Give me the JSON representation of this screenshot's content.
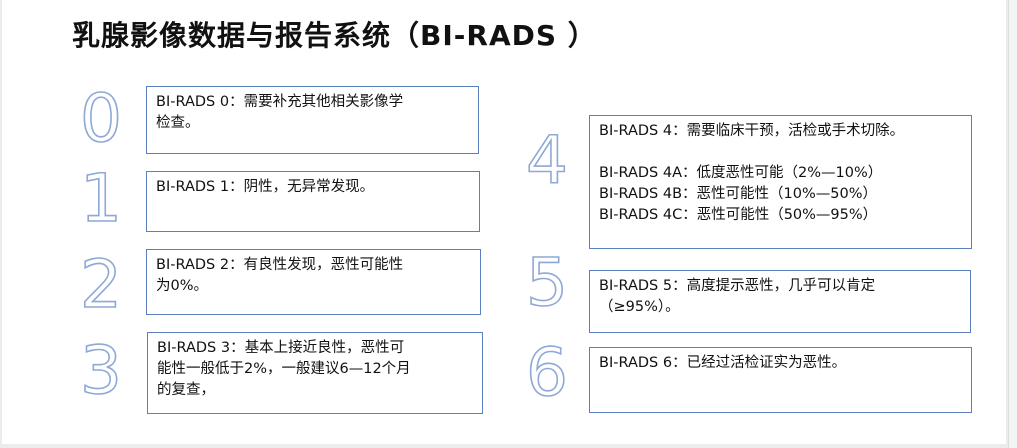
{
  "title": "乳腺影像数据与报告系统（BI-RADS ）",
  "digits": [
    "0",
    "1",
    "2",
    "3",
    "4",
    "5",
    "6"
  ],
  "boxes": {
    "b0": [
      "BI-RADS 0：需要补充其他相关影像学",
      "检查。"
    ],
    "b1": [
      "BI-RADS 1：阴性，无异常发现。"
    ],
    "b2": [
      "BI-RADS 2：有良性发现，恶性可能性",
      "为0%。"
    ],
    "b3": [
      "BI-RADS 3：基本上接近良性，恶性可",
      "能性一般低于2%，一般建议6—12个月",
      "的复查，"
    ],
    "b4": [
      "BI-RADS 4：需要临床干预，活检或手术切除。",
      "BI-RADS 4A：低度恶性可能（2%—10%）",
      "BI-RADS 4B：恶性可能性（10%—50%）",
      "BI-RADS 4C：恶性可能性（50%—95%）"
    ],
    "b5": [
      "BI-RADS 5：高度提示恶性，几乎可以肯定",
      "（≥95%）。"
    ],
    "b6": [
      "BI-RADS 6：已经过活检证实为恶性。"
    ]
  }
}
